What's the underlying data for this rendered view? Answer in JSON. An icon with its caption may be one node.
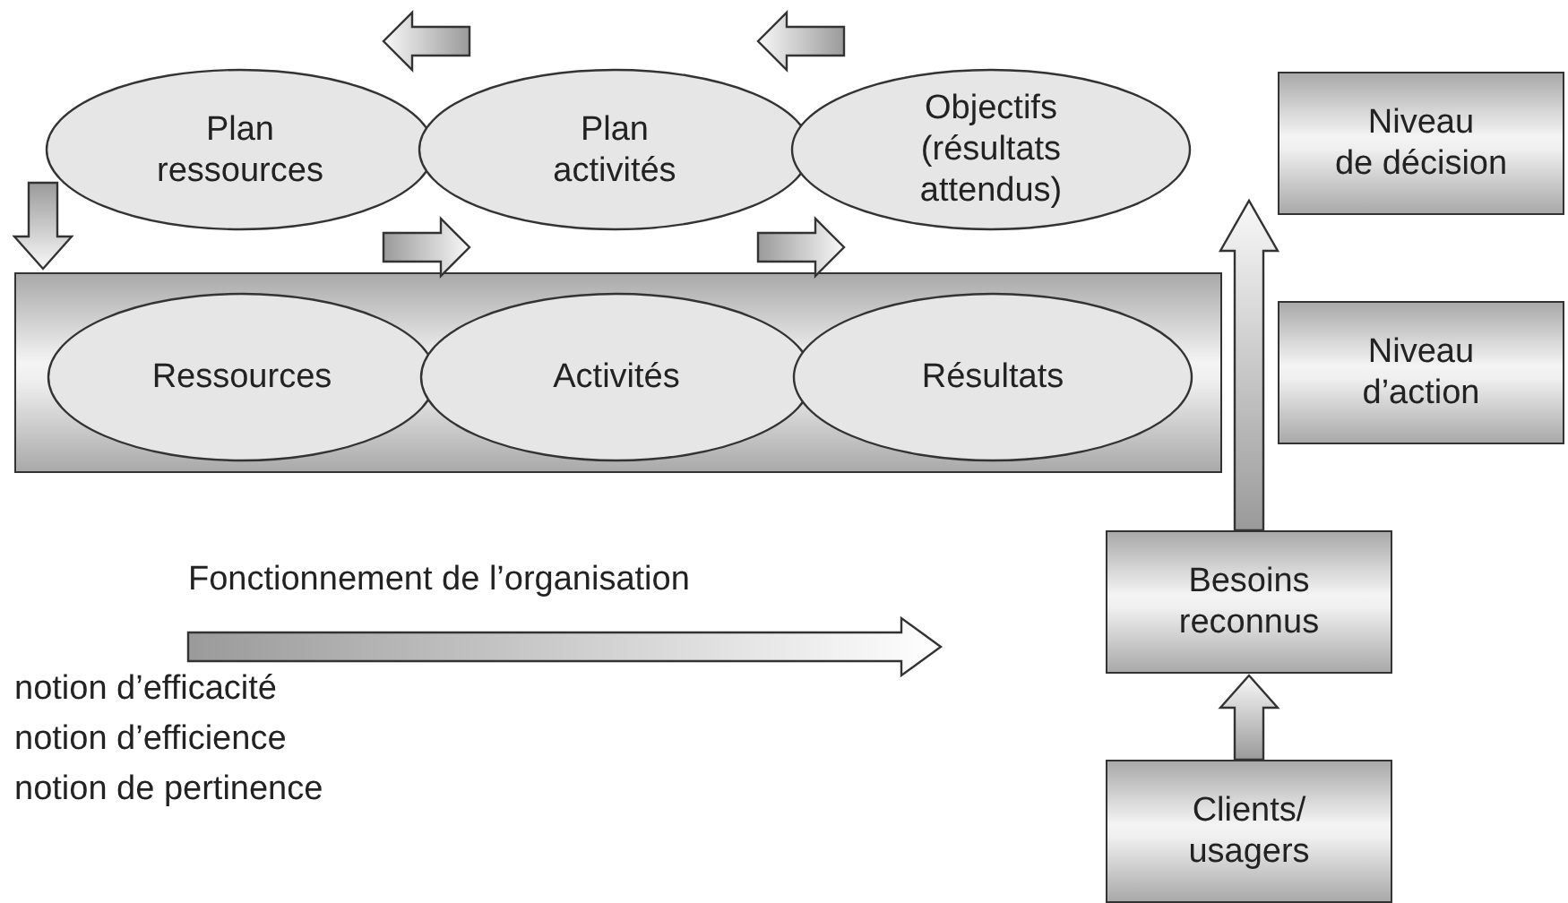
{
  "diagram": {
    "nodes": [
      {
        "text": [
          "Plan ressources"
        ]
      },
      {
        "text": [
          "Plan activités"
        ]
      },
      {
        "text": [
          "Objectifs (résultats attendus)"
        ]
      },
      {
        "text": [
          "Niveau de décision"
        ]
      },
      {
        "text": [],
        "shape": "box"
      },
      {
        "text": [
          "Ressources"
        ],
        "in": 4
      },
      {
        "text": [
          "Activités"
        ],
        "in": 4
      },
      {
        "text": [
          "Résultats"
        ],
        "in": 4
      },
      {
        "text": [
          "Niveau d’action"
        ]
      },
      {
        "text": [
          "Besoins reconnus"
        ]
      },
      {
        "text": [
          "Clients/ usagers"
        ]
      }
    ],
    "edges": [
      {
        "from": 1,
        "to": 0,
        "arrow": "to"
      },
      {
        "from": 2,
        "to": 1,
        "arrow": "to"
      },
      {
        "from": 0,
        "to": 1,
        "arrow": "to"
      },
      {
        "from": 1,
        "to": 2,
        "arrow": "to"
      },
      {
        "from": 0,
        "to": 4,
        "arrow": "to"
      },
      {
        "from": 9,
        "to": 3,
        "arrow": "to"
      },
      {
        "from": 10,
        "to": 9,
        "arrow": "to"
      }
    ],
    "labels": [
      "Fonctionnement de l’organisation",
      "notion d’efficacité",
      "notion d’efficience",
      "notion de pertinence"
    ]
  }
}
